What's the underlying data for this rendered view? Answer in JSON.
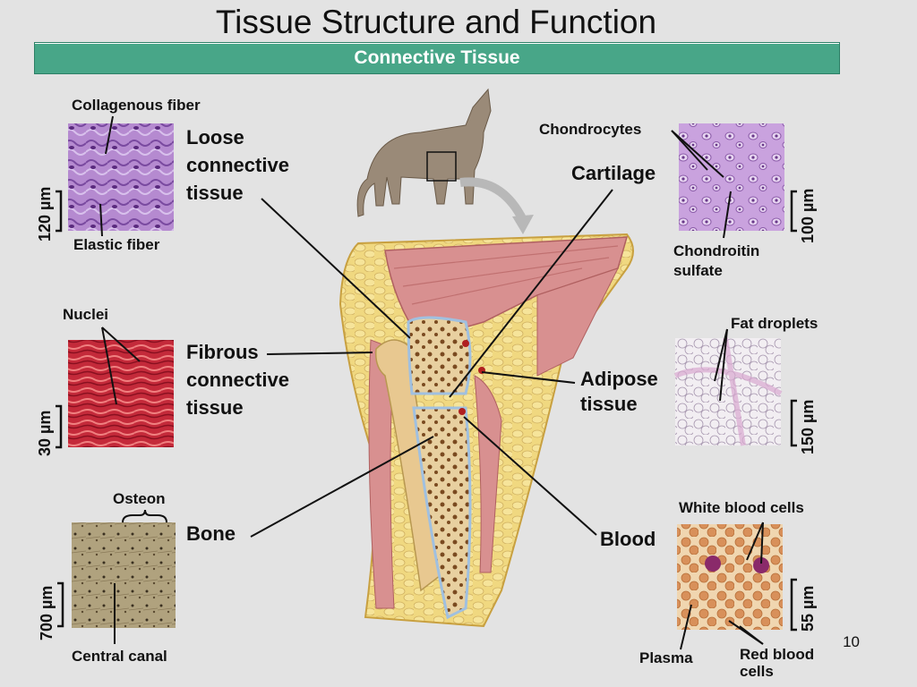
{
  "slide": {
    "title": "Tissue Structure and Function",
    "banner": "Connective Tissue",
    "page_number": "10"
  },
  "labels": {
    "collagenous_fiber": "Collagenous fiber",
    "loose_1": "Loose",
    "loose_2": "connective",
    "loose_3": "tissue",
    "elastic_fiber": "Elastic fiber",
    "nuclei": "Nuclei",
    "fibrous_1": "Fibrous",
    "fibrous_2": "connective",
    "fibrous_3": "tissue",
    "osteon": "Osteon",
    "bone": "Bone",
    "central_canal": "Central canal",
    "chondrocytes": "Chondrocytes",
    "cartilage": "Cartilage",
    "chondroitin_1": "Chondroitin",
    "chondroitin_2": "sulfate",
    "fat_droplets": "Fat droplets",
    "adipose_1": "Adipose",
    "adipose_2": "tissue",
    "white_blood_cells": "White blood cells",
    "blood": "Blood",
    "plasma": "Plasma",
    "red_blood_1": "Red blood",
    "red_blood_2": "cells"
  },
  "scale_bars": {
    "loose": "120 µm",
    "fibrous": "30 µm",
    "bone": "700 µm",
    "cartilage": "100 µm",
    "adipose": "150 µm",
    "blood": "55 µm"
  },
  "colors": {
    "banner": "#48a688",
    "loose_tissue": "#a57ac4",
    "fibrous_tissue": "#c8323e",
    "bone_tissue": "#a89a78",
    "cartilage_tissue": "#c8a0dc",
    "adipose_tissue": "#e8dce8",
    "blood_tissue": "#e8c098"
  }
}
